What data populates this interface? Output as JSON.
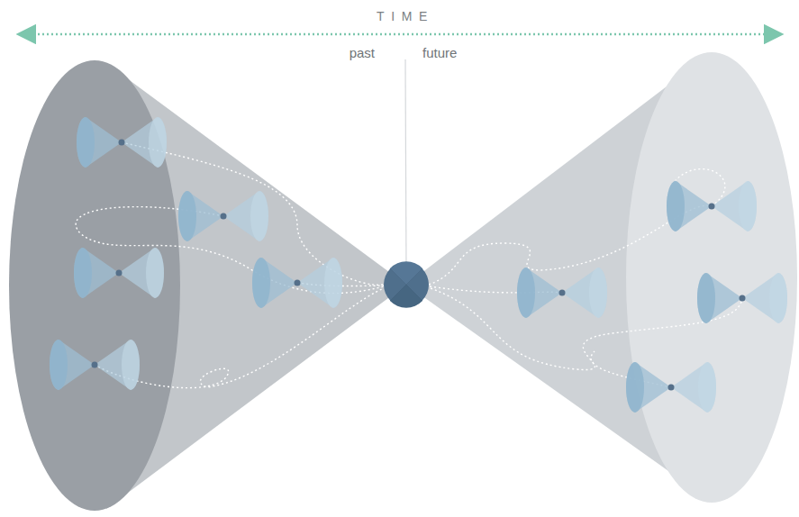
{
  "diagram": {
    "labels": [
      "TIME",
      "past",
      "future"
    ]
  }
}
